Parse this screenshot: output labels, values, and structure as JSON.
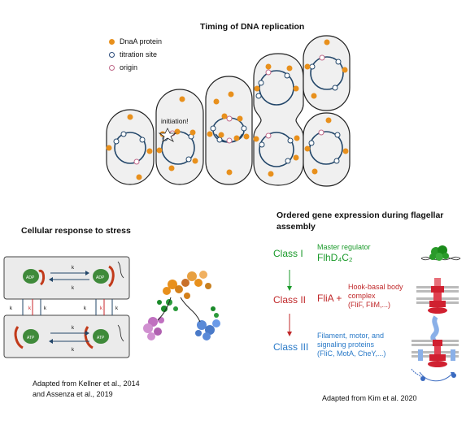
{
  "panel_a": {
    "title": "Timing of DNA replication",
    "legend": [
      {
        "label": "DnaA protein",
        "color": "#e8901c",
        "kind": "filled"
      },
      {
        "label": "titration site",
        "color": "#2a4a7a",
        "kind": "ring"
      },
      {
        "label": "origin",
        "color": "#c06a8a",
        "kind": "ring"
      }
    ],
    "annotation": "initiation!"
  },
  "panel_b": {
    "title": "Cellular response to stress",
    "caption_line1": "Adapted from Kellner et al., 2014",
    "caption_line2": "and Assenza et al., 2019",
    "labels": {
      "adp": "ADP",
      "atp": "ATP",
      "k_on_adp": "k",
      "k_off_adp": "k",
      "k_on_atp": "k",
      "k_off_atp": "k",
      "k_td": "k",
      "k_dt": "k",
      "k_1": "k",
      "k_s": "k"
    }
  },
  "panel_c": {
    "title_line1": "Ordered gene expression during flagellar",
    "title_line2": "assembly",
    "classes": [
      {
        "name": "Class I",
        "color": "#1a9a2a",
        "desc_line1": "Master regulator",
        "desc_line2": "FlhD₄C₂"
      },
      {
        "name": "Class II",
        "color": "#c0282a",
        "desc_main": "FliA +",
        "desc_line1": "Hook-basal body",
        "desc_line2": "complex",
        "desc_line3": "(FliF, FliM,...)"
      },
      {
        "name": "Class III",
        "color": "#2a7ac8",
        "desc_line1": "Filament, motor, and",
        "desc_line2": "signaling proteins",
        "desc_line3": "(FliC, MotA, CheY,...)"
      }
    ],
    "caption": "Adapted from Kim et al. 2020"
  }
}
